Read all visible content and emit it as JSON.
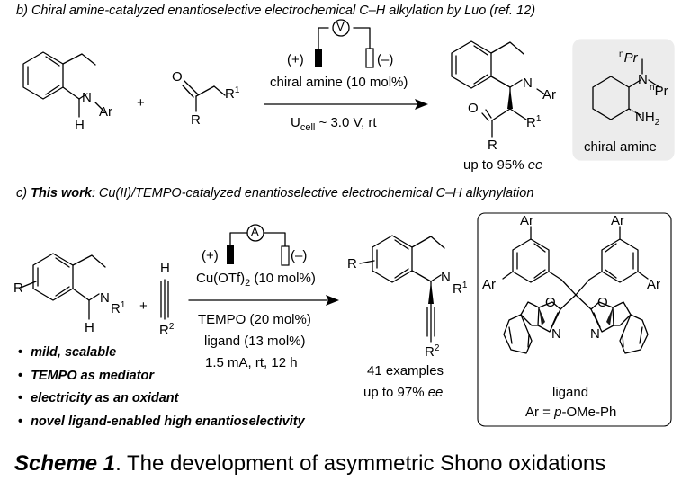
{
  "section_b": {
    "label": "b)",
    "title": "Chiral amine-catalyzed enantioselective electrochemical C–H alkylation by Luo (ref. 12)",
    "plus_terminal": "(+)",
    "minus_terminal": "(–)",
    "meter": "V",
    "condition_catalyst": "chiral amine (10 mol%)",
    "condition_cell_u": "U",
    "condition_cell_sub": "cell",
    "condition_cell_rest": " ~ 3.0 V, rt",
    "plus_sign": "+",
    "sm1_atoms": {
      "N": "N",
      "Ar": "Ar",
      "H": "H"
    },
    "sm2_atoms": {
      "O": "O",
      "R1": "R",
      "R1_sup": "1",
      "R": "R"
    },
    "product_atoms": {
      "N": "N",
      "Ar": "Ar",
      "O": "O",
      "R1": "R",
      "R1_sup": "1",
      "R": "R"
    },
    "yield_text": "up to 95% ",
    "yield_ee": "ee",
    "catalyst_atoms": {
      "N": "N",
      "nPr_n": "n",
      "nPr": "Pr",
      "NH2": "NH",
      "NH2_sub": "2"
    },
    "catalyst_label": "chiral amine"
  },
  "section_c": {
    "label": "c)",
    "title_bold": "This work",
    "title_rest": ": Cu(II)/TEMPO-catalyzed enantioselective electrochemical C–H alkynylation",
    "plus_terminal": "(+)",
    "minus_terminal": "(–)",
    "meter": "A",
    "cond_cu_pre": "Cu(OTf)",
    "cond_cu_sub": "2",
    "cond_cu_post": " (10 mol%)",
    "cond_tempo": "TEMPO (20 mol%)",
    "cond_ligand": "ligand (13 mol%)",
    "cond_current": "1.5 mA, rt, 12 h",
    "plus_sign": "+",
    "sm1_atoms": {
      "R": "R",
      "N": "N",
      "R1": "R",
      "R1_sup": "1",
      "H": "H"
    },
    "alkyne_atoms": {
      "H": "H",
      "R2": "R",
      "R2_sup": "2"
    },
    "product_atoms": {
      "R": "R",
      "N": "N",
      "R1": "R",
      "R1_sup": "1",
      "R2": "R",
      "R2_sup": "2"
    },
    "examples": "41 examples",
    "yield_text": "up to 97% ",
    "yield_ee": "ee",
    "ligand_atoms": {
      "Ar": "Ar",
      "O": "O",
      "N": "N"
    },
    "ligand_label": "ligand",
    "ligand_ar_pre": "Ar = ",
    "ligand_ar_p": "p",
    "ligand_ar_post": "-OMe-Ph",
    "bullets": [
      "mild, scalable",
      "TEMPO as mediator",
      "electricity as an oxidant",
      "novel ligand-enabled high enantioselectivity"
    ]
  },
  "caption": {
    "scheme": "Scheme 1",
    "text": ". The development of asymmetric Shono oxidations"
  }
}
